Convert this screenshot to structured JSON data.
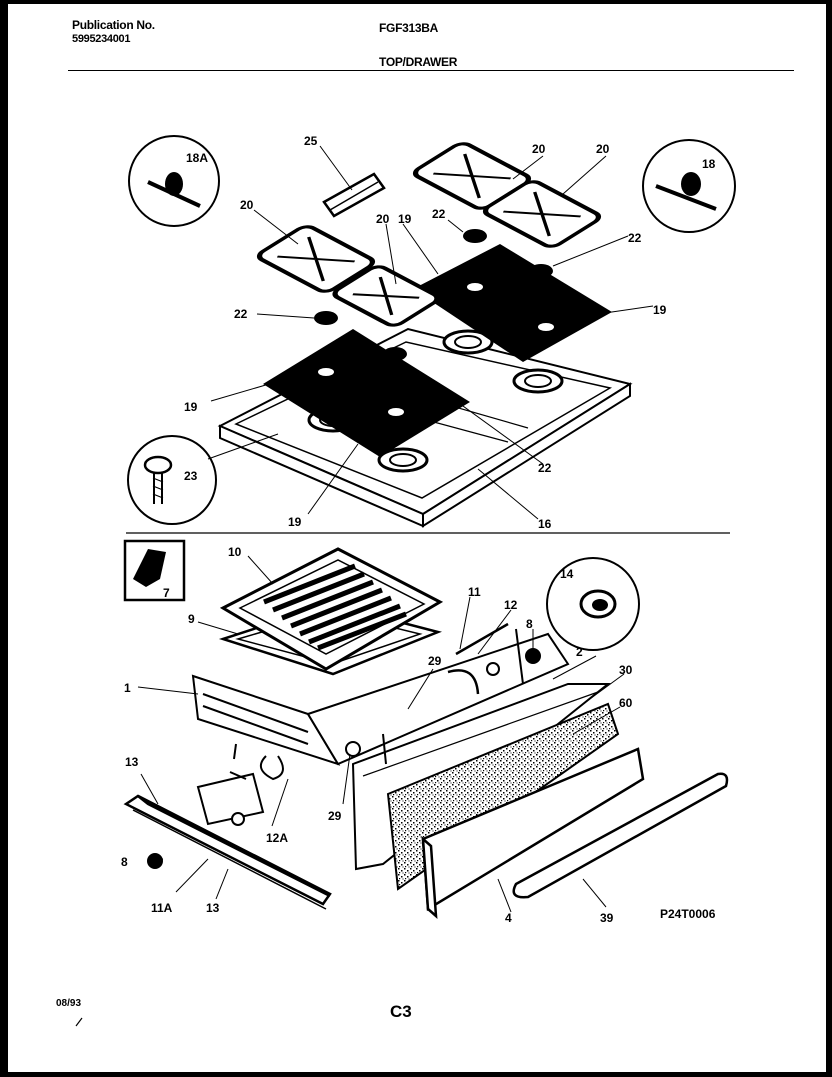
{
  "header": {
    "publication_label": "Publication No.",
    "publication_number": "5995234001",
    "model": "FGF313BA",
    "section_title": "TOP/DRAWER"
  },
  "footer": {
    "date": "08/93",
    "page_code": "C3",
    "diagram_code": "P24T0006"
  },
  "callouts": [
    "25",
    "20",
    "20",
    "20",
    "20",
    "18A",
    "18",
    "22",
    "22",
    "22",
    "22",
    "19",
    "19",
    "19",
    "19",
    "23",
    "16",
    "10",
    "7",
    "9",
    "1",
    "29",
    "29",
    "11",
    "12",
    "14",
    "8",
    "8",
    "2",
    "30",
    "60",
    "13",
    "13",
    "12A",
    "11A",
    "4",
    "39"
  ]
}
